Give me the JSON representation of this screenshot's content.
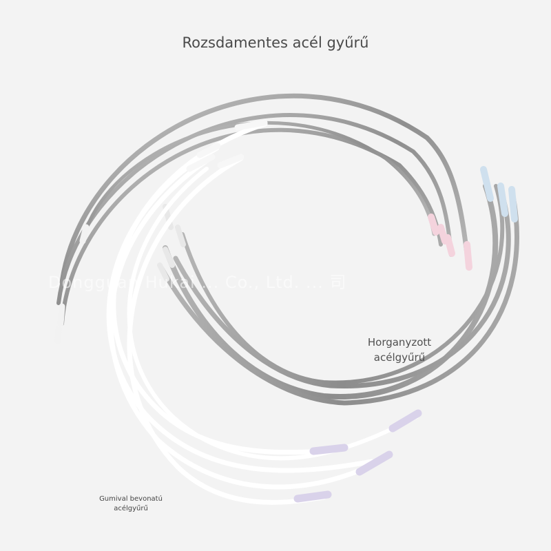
{
  "captions": {
    "title": "Rozsdamentes acél gyűrű",
    "galvanized_line1": "Horganyzott",
    "galvanized_line2": "acélgyűrű",
    "rubber_line1": "Gumival bevonatú",
    "rubber_line2": "acélgyűrű"
  },
  "watermark": "Dongguan Hukai ... Co., Ltd. ... 司",
  "colors": {
    "background": "#f3f3f3",
    "stainless_steel": "#a9a9a9",
    "galvanized_steel": "#9a9a9a",
    "rubber_coating": "#ffffff",
    "tip_pink": "#f4d3dd",
    "tip_blue": "#cfe0ee",
    "tip_lavender": "#d9d2ea",
    "tip_white": "#f2f2f2"
  }
}
